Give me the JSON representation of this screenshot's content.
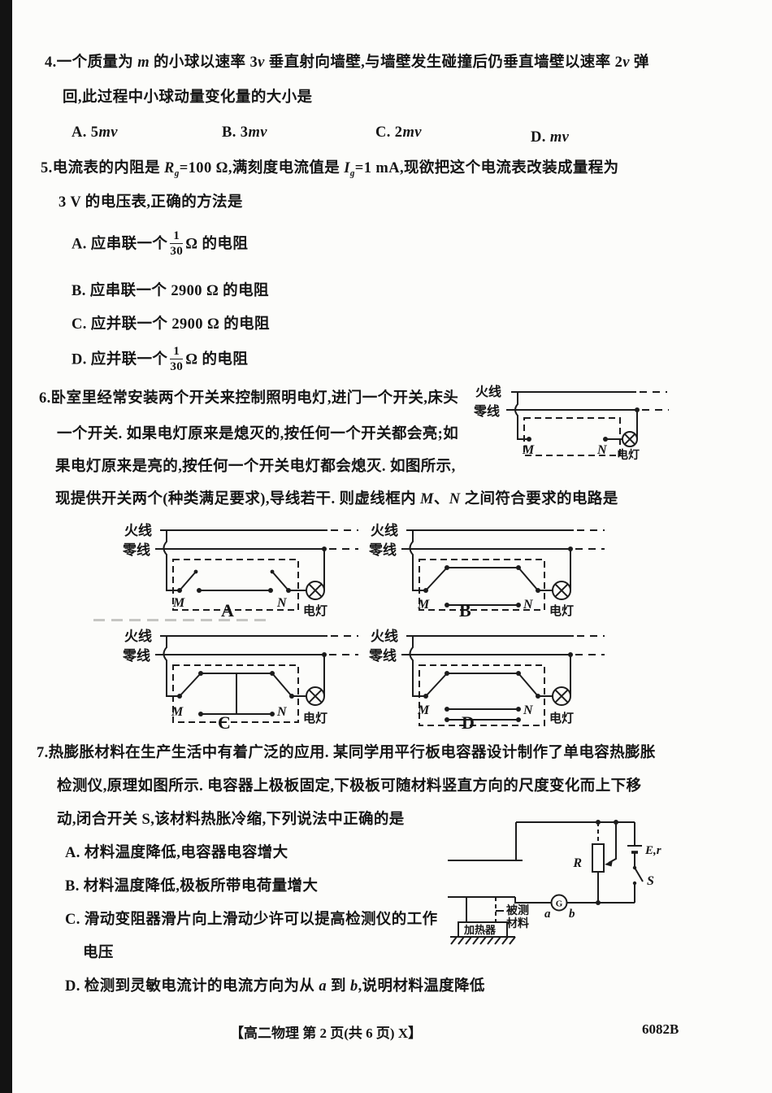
{
  "q4": {
    "line1": [
      "4.一个质量为 ",
      {
        "t": "m",
        "i": true
      },
      " 的小球以速率 3",
      {
        "t": "v",
        "i": true
      },
      " 垂直射向墙壁,与墙壁发生碰撞后仍垂直墙壁以速率 2",
      {
        "t": "v",
        "i": true
      },
      " 弹"
    ],
    "line2": "回,此过程中小球动量变化量的大小是",
    "opt_a": [
      "A. 5",
      {
        "t": "mv",
        "i": true
      }
    ],
    "opt_b": [
      "B. 3",
      {
        "t": "mv",
        "i": true
      }
    ],
    "opt_c": [
      "C. 2",
      {
        "t": "mv",
        "i": true
      }
    ],
    "opt_d": [
      "D. ",
      {
        "t": "mv",
        "i": true
      }
    ]
  },
  "q5": {
    "line1": [
      "5.电流表的内阻是 ",
      {
        "t": "R",
        "i": true
      },
      {
        "t": "g",
        "sub": true
      },
      "=100 Ω,满刻度电流值是 ",
      {
        "t": "I",
        "i": true
      },
      {
        "t": "g",
        "sub": true
      },
      "=1 mA,现欲把这个电流表改装成量程为"
    ],
    "line2": "3 V 的电压表,正确的方法是",
    "opt_a": [
      "A. 应串联一个",
      {
        "frac": [
          "1",
          "30"
        ]
      },
      "Ω 的电阻"
    ],
    "opt_b": "B. 应串联一个 2900 Ω 的电阻",
    "opt_c": "C. 应并联一个 2900 Ω 的电阻",
    "opt_d": [
      "D. 应并联一个",
      {
        "frac": [
          "1",
          "30"
        ]
      },
      "Ω 的电阻"
    ]
  },
  "q6": {
    "line1": "6.卧室里经常安装两个开关来控制照明电灯,进门一个开关,床头",
    "line2": "一个开关. 如果电灯原来是熄灭的,按任何一个开关都会亮;如",
    "line3": "果电灯原来是亮的,按任何一个开关电灯都会熄灭. 如图所示,",
    "line4": [
      "现提供开关两个(种类满足要求),导线若干. 则虚线框内 ",
      {
        "t": "M",
        "i": true
      },
      "、",
      {
        "t": "N",
        "i": true
      },
      " 之间符合要求的电路是"
    ],
    "labels": {
      "live": "火线",
      "neutral": "零线",
      "m": "M",
      "n": "N",
      "lamp": "电灯"
    },
    "letters": [
      "A",
      "B",
      "C",
      "D"
    ]
  },
  "q7": {
    "line1": "7.热膨胀材料在生产生活中有着广泛的应用. 某同学用平行板电容器设计制作了单电容热膨胀",
    "line2": "检测仪,原理如图所示. 电容器上极板固定,下极板可随材料竖直方向的尺度变化而上下移",
    "line3": "动,闭合开关 S,该材料热胀冷缩,下列说法中正确的是",
    "opt_a": "A. 材料温度降低,电容器电容增大",
    "opt_b": "B. 材料温度降低,极板所带电荷量增大",
    "opt_c1": "C. 滑动变阻器滑片向上滑动少许可以提高检测仪的工作",
    "opt_c2": "电压",
    "opt_d": [
      "D. 检测到灵敏电流计的电流方向为从 ",
      {
        "t": "a",
        "i": true
      },
      " 到 ",
      {
        "t": "b",
        "i": true
      },
      ",说明材料温度降低"
    ],
    "diagram": {
      "r": "R",
      "battery": "E,r",
      "switch": "S",
      "galv": "G",
      "a": "a",
      "b": "b",
      "mat1": "被测",
      "mat2": "材料",
      "heater": "加热器"
    }
  },
  "footer": {
    "left": "【高二物理  第 2 页(共 6 页)  X】",
    "right": "6082B"
  }
}
